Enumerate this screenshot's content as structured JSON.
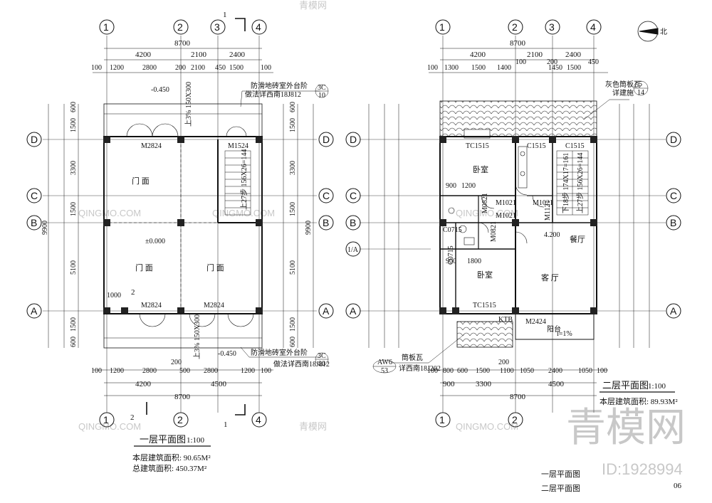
{
  "sheet": {
    "number": "06",
    "sheet_titles": [
      "一层平面图",
      "二层平面图"
    ],
    "watermark_id": "ID:1928994",
    "watermark_logo_text": "青模网",
    "watermark_small": "QINGMO.COM",
    "watermark_small_cn": "青模网",
    "north_label": "北"
  },
  "plan1": {
    "title": "一层平面图",
    "scale": "1:100",
    "area_label": "本层建筑面积: 90.65M²",
    "total_label": "总建筑面积: 450.37M²",
    "axes_x": [
      "1",
      "2",
      "3",
      "4"
    ],
    "axes_y": [
      "D",
      "C",
      "B",
      "A"
    ],
    "dims_top_total": "8700",
    "dims_top_mid": [
      "4200",
      "2100",
      "2400"
    ],
    "dims_top_detail": [
      "100",
      "1200",
      "2800",
      "200",
      "2100",
      "450",
      "1500",
      "100"
    ],
    "dims_bottom_detail": [
      "100",
      "1200",
      "2800",
      "200",
      "500",
      "2800",
      "1200",
      "100"
    ],
    "dims_bottom_mid": [
      "4200",
      "4500"
    ],
    "dims_bottom_total": "8700",
    "dims_left": [
      "600",
      "1500",
      "3300",
      "1500",
      "5100",
      "1500",
      "600"
    ],
    "dims_left_total": "9900",
    "rooms": [
      "门 面",
      "门 面",
      "门 面"
    ],
    "doors": [
      "M2824",
      "M1524",
      "M2824",
      "M2824"
    ],
    "level_top": "-0.450",
    "level_mid": "±0.000",
    "level_bottom": "-0.450",
    "stair_top": "上27步 156X26=144",
    "ramp_note_top": "上3% 150X300",
    "ramp_note_bottom": "上3% 150X300",
    "callout_top": [
      "防滑地砖室外台阶",
      "做法详西南18J812"
    ],
    "callout_bottom": [
      "防滑地砖室外台阶",
      "做法详西南18J812"
    ],
    "callout_bubble": [
      "3C",
      "10"
    ],
    "section_marks": [
      "1",
      "2"
    ],
    "small_dim": "1000"
  },
  "plan2": {
    "title": "二层平面图",
    "scale": "1:100",
    "area_label": "本层建筑面积: 89.93M²",
    "axes_x": [
      "1",
      "2",
      "3",
      "4"
    ],
    "axes_y": [
      "D",
      "C",
      "B",
      "1/A",
      "A"
    ],
    "dims_top_total": "8700",
    "dims_top_mid": [
      "4200",
      "2100",
      "2400"
    ],
    "dims_top_detail": [
      "100",
      "1300",
      "1500",
      "1400",
      "100",
      "200",
      "1450",
      "1500",
      "450"
    ],
    "dims_bottom_detail": [
      "100",
      "800",
      "600",
      "1500",
      "200",
      "1100",
      "1050",
      "2400",
      "1050",
      "100"
    ],
    "dims_bottom_mid": [
      "900",
      "3300",
      "4500"
    ],
    "dims_bottom_total": "8700",
    "rooms": [
      "卧室",
      "卧室",
      "客 厅",
      "餐厅",
      "阳台"
    ],
    "windows": [
      "TC1515",
      "C1515",
      "C1515",
      "TC1515",
      "C0715",
      "C0715",
      "KTB"
    ],
    "doors": [
      "M1021",
      "M1021",
      "M1021",
      "M0821",
      "M0821",
      "M1121",
      "M2424"
    ],
    "level": "4.200",
    "stair_up": "上27步 156X26=144",
    "stair_down": "下18步 174X17=161",
    "roof_note": [
      "灰色筒板瓦",
      "详建施"
    ],
    "roof_bubble": [
      "5",
      "14"
    ],
    "balcony_note": [
      "筒板瓦",
      "详西南18J202"
    ],
    "balcony_bubble": [
      "AW6",
      "53"
    ],
    "slope": "i=1%",
    "inner_dims": [
      "900",
      "1200",
      "900",
      "1800"
    ]
  }
}
